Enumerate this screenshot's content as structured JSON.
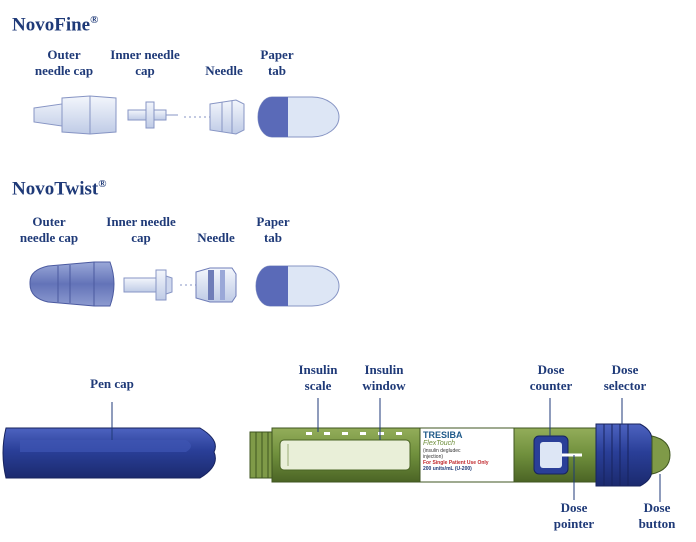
{
  "novofine": {
    "title": "NovoFine",
    "reg": "®",
    "labels": {
      "outer_cap": [
        "Outer",
        "needle cap"
      ],
      "inner_cap": [
        "Inner needle",
        "cap"
      ],
      "needle": "Needle",
      "paper_tab": [
        "Paper",
        "tab"
      ]
    }
  },
  "novotwist": {
    "title": "NovoTwist",
    "reg": "®",
    "labels": {
      "outer_cap": [
        "Outer",
        "needle cap"
      ],
      "inner_cap": [
        "Inner needle",
        "cap"
      ],
      "needle": "Needle",
      "paper_tab": [
        "Paper",
        "tab"
      ]
    }
  },
  "pen": {
    "labels": {
      "pen_cap": "Pen cap",
      "insulin_scale": [
        "Insulin",
        "scale"
      ],
      "insulin_window": [
        "Insulin",
        "window"
      ],
      "dose_counter": [
        "Dose",
        "counter"
      ],
      "dose_selector": [
        "Dose",
        "selector"
      ],
      "dose_pointer": [
        "Dose",
        "pointer"
      ],
      "dose_button": [
        "Dose",
        "button"
      ]
    },
    "label_text": {
      "brand": "TRESIBA",
      "device": "FlexTouch",
      "drug": "(insulin degludec",
      "route": "injection)",
      "warning": "For Single Patient Use Only",
      "strength": "200 units/mL (U-200)"
    }
  },
  "colors": {
    "ink": "#1f3a78",
    "pen_green": "#6f8f3c",
    "cap_blue": "#2a3f98",
    "light_blue": "#dde6f5",
    "tab_blue": "#5a6ab8"
  }
}
